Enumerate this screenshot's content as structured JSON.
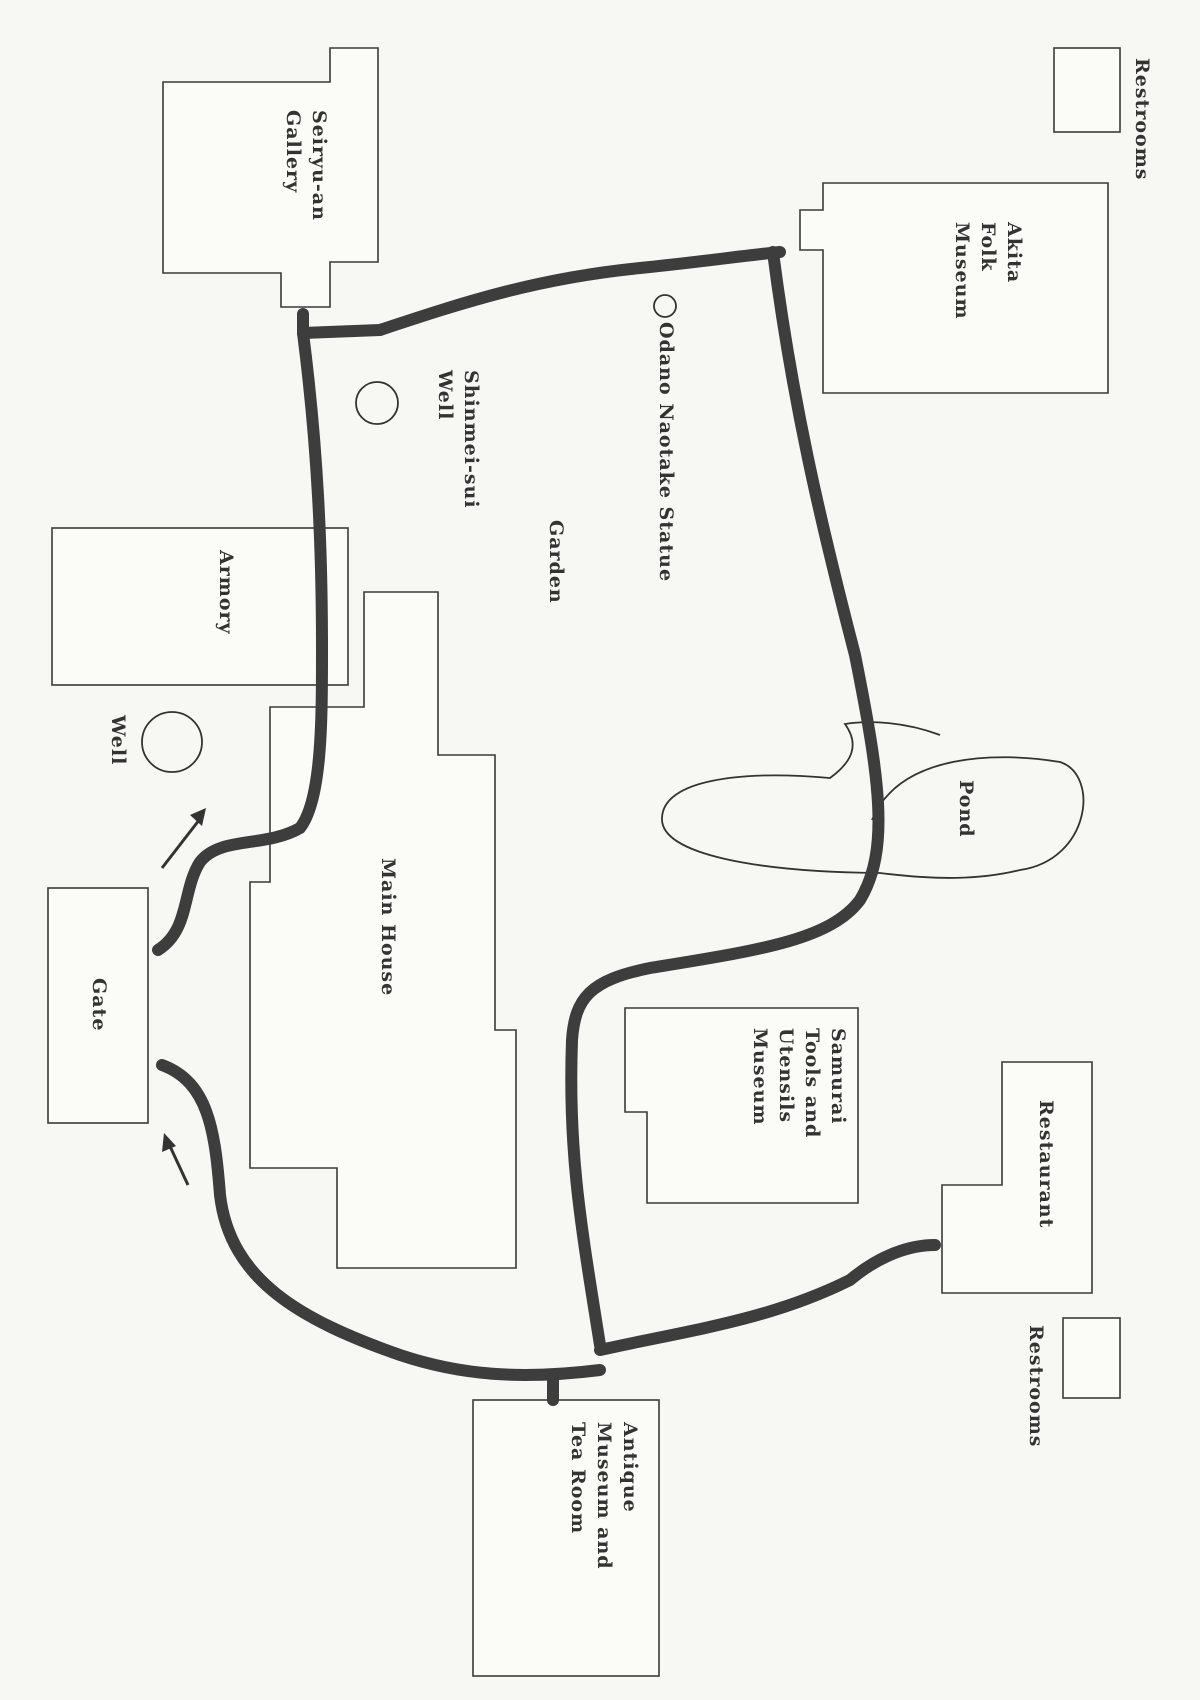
{
  "map": {
    "labels": {
      "restrooms_top": "Restrooms",
      "seiryu": [
        "Seiryu-an",
        "Gallery"
      ],
      "akita": [
        "Akita",
        "Folk",
        "Museum"
      ],
      "odano": "Odano Naotake Statue",
      "shinmei": [
        "Shinmei-sui",
        "Well"
      ],
      "garden": "Garden",
      "armory": "Armory",
      "well": "Well",
      "pond": "Pond",
      "main_house": "Main House",
      "gate": "Gate",
      "samurai": [
        "Samurai",
        "Tools and",
        "Utensils",
        "Museum"
      ],
      "restaurant": "Restaurant",
      "restrooms_bottom": "Restrooms",
      "antique": [
        "Antique",
        "Museum and",
        "Tea Room"
      ]
    },
    "colors": {
      "path": "#3d3d3d",
      "outline": "#3a3a3a",
      "background": "#f7f7f4"
    }
  }
}
